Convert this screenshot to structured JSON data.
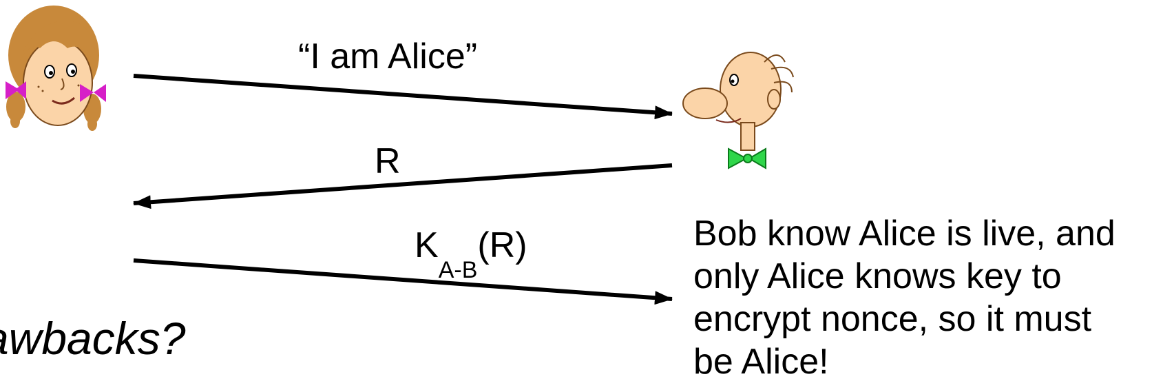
{
  "messages": [
    {
      "label": "“I am Alice”",
      "direction": "alice-to-bob"
    },
    {
      "label": "R",
      "direction": "bob-to-alice"
    },
    {
      "label_main": "K",
      "label_sub": "A-B",
      "label_tail": "(R)",
      "direction": "alice-to-bob"
    }
  ],
  "note_lines": [
    "Bob know Alice is live, and",
    "only Alice knows key to",
    "encrypt nonce, so it must",
    "be Alice!"
  ],
  "question": "rawbacks?",
  "colors": {
    "alice_hair": "#c8893b",
    "alice_bow": "#d61fc7",
    "skin": "#fbd4a8",
    "bob_bowtie": "#2fd64a",
    "arrow": "#000000"
  },
  "icons": {
    "alice": "alice-cartoon-icon",
    "bob": "bob-cartoon-icon"
  }
}
